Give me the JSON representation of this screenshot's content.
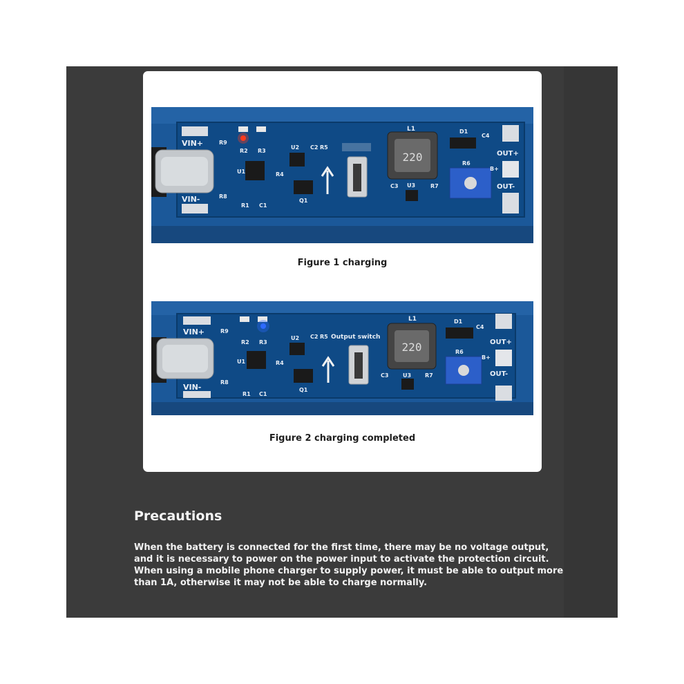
{
  "figures": [
    {
      "caption": "Figure 1 charging",
      "board": {
        "vin_plus": "VIN+",
        "vin_minus": "VIN-",
        "out_plus": "OUT+",
        "out_minus": "OUT-",
        "inductor_value": "220",
        "switch_label": "",
        "status_led": "red",
        "components": [
          "R9",
          "R8",
          "R2",
          "R3",
          "U1",
          "R4",
          "R1",
          "C1",
          "U2",
          "C2",
          "R5",
          "Q1",
          "L1",
          "D1",
          "C4",
          "R6",
          "C3",
          "U3",
          "R7",
          "B+"
        ]
      }
    },
    {
      "caption": "Figure 2 charging completed",
      "board": {
        "vin_plus": "VIN+",
        "vin_minus": "VIN-",
        "out_plus": "OUT+",
        "out_minus": "OUT-",
        "inductor_value": "220",
        "switch_label": "Output switch",
        "status_led": "blue",
        "components": [
          "R9",
          "R8",
          "R2",
          "R3",
          "U1",
          "R4",
          "R1",
          "C1",
          "U2",
          "C2",
          "R5",
          "Q1",
          "L1",
          "D1",
          "C4",
          "R6",
          "C3",
          "U3",
          "R7",
          "B+"
        ]
      }
    }
  ],
  "precautions": {
    "title": "Precautions",
    "lines": [
      "When the battery is connected for the first time, there may be no voltage output,",
      "and it is necessary to power on the power input to activate the protection circuit.",
      "When using a mobile phone charger to supply power, it must be able to output more",
      "than 1A, otherwise it may not be able to charge normally."
    ]
  },
  "colors": {
    "panel": "#3b3b3b",
    "pcb": "#1d5c9c",
    "led_charging": "#ff3b1e",
    "led_complete": "#2f6bff",
    "trimpot": "#2c5fc9"
  }
}
